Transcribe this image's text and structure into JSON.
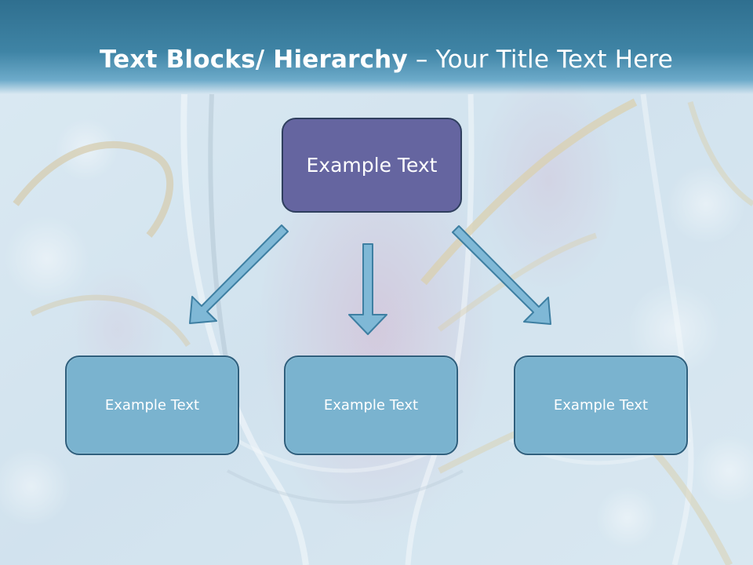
{
  "title": {
    "bold": "Text Blocks/ Hierarchy",
    "rest": " – Your Title Text Here"
  },
  "diagram": {
    "top": "Example Text",
    "children": [
      "Example Text",
      "Example Text",
      "Example Text"
    ]
  },
  "colors": {
    "title_bar": "#3a7fa0",
    "top_box_fill": "#6565a0",
    "top_box_border": "#2f3f5e",
    "child_box_fill": "#7ab3cf",
    "child_box_border": "#2f5f7d",
    "arrow_fill": "#7fb8d6",
    "arrow_stroke": "#3e7fa2"
  }
}
